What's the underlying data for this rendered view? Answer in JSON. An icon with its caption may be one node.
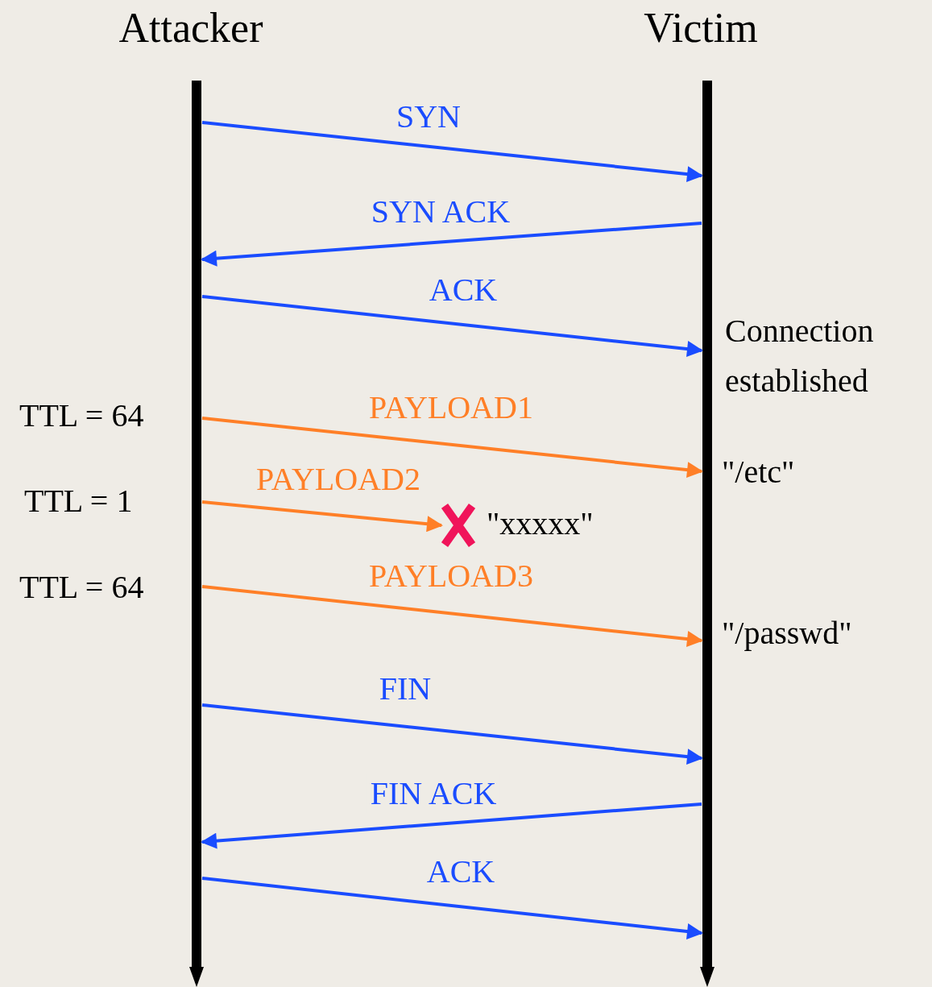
{
  "diagram": {
    "nodes": [
      {
        "text": [
          "Attacker"
        ]
      },
      {
        "text": [
          "Victim"
        ]
      },
      {
        "text": [],
        "shape": "cross",
        "beside": [
          "\"xxxxx\""
        ]
      }
    ],
    "edges": [
      {
        "from": 0,
        "to": 1,
        "arrow": "to",
        "label": "SYN"
      },
      {
        "from": 1,
        "to": 0,
        "arrow": "to",
        "label": "SYN ACK"
      },
      {
        "from": 0,
        "to": 1,
        "arrow": "to",
        "label": "ACK"
      },
      {
        "from": 0,
        "to": 1,
        "arrow": "to",
        "label": "PAYLOAD1",
        "color": "#ff7f27"
      },
      {
        "from": 0,
        "to": 2,
        "arrow": "to",
        "label": "PAYLOAD2",
        "color": "#ff7f27"
      },
      {
        "from": 0,
        "to": 1,
        "arrow": "to",
        "label": "PAYLOAD3",
        "color": "#ff7f27"
      },
      {
        "from": 0,
        "to": 1,
        "arrow": "to",
        "label": "FIN"
      },
      {
        "from": 1,
        "to": 0,
        "arrow": "to",
        "label": "FIN ACK"
      },
      {
        "from": 0,
        "to": 1,
        "arrow": "to",
        "label": "ACK"
      }
    ],
    "labels": [
      "Connection established",
      "TTL = 64",
      "\"/etc\"",
      "TTL = 1",
      "TTL = 64",
      "\"/passwd\""
    ]
  }
}
